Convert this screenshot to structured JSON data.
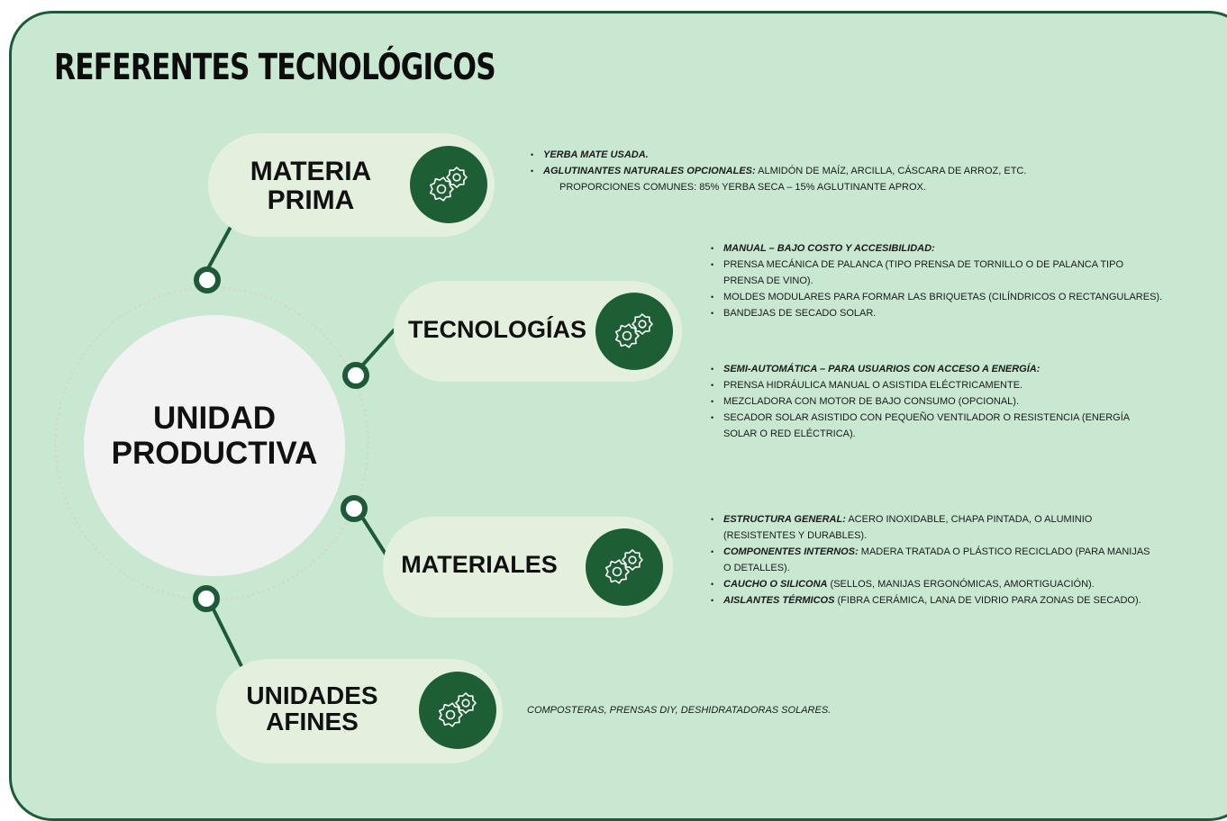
{
  "title": "REFERENTES TECNOLÓGICOS",
  "hub": {
    "line1": "UNIDAD",
    "line2": "PRODUCTIVA"
  },
  "colors": {
    "panel_bg": "#c9e8d2",
    "accent_green": "#1d5e35",
    "pill_bg": "#e4f0de",
    "border": "#1d5a3a"
  },
  "icon": "gears-icon",
  "sections": {
    "materia_prima": {
      "label_line1": "MATERIA",
      "label_line2": "PRIMA",
      "bullets": [
        {
          "bold": "YERBA MATE USADA.",
          "text": ""
        },
        {
          "bold": "AGLUTINANTES NATURALES OPCIONALES:",
          "text": " ALMIDÓN DE MAÍZ, ARCILLA, CÁSCARA DE ARROZ, ETC."
        }
      ],
      "note": "PROPORCIONES COMUNES: 85% YERBA SECA – 15% AGLUTINANTE APROX."
    },
    "tecnologias": {
      "label": "TECNOLOGÍAS",
      "manual_heading": "MANUAL – BAJO COSTO Y ACCESIBILIDAD:",
      "manual_items": [
        "PRENSA MECÁNICA DE PALANCA (TIPO PRENSA DE TORNILLO O DE PALANCA TIPO",
        "PRENSA DE VINO).",
        "MOLDES MODULARES PARA FORMAR LAS BRIQUETAS (CILÍNDRICOS O RECTANGULARES).",
        "BANDEJAS DE SECADO SOLAR."
      ],
      "semi_heading": "SEMI-AUTOMÁTICA – PARA USUARIOS CON ACCESO A ENERGÍA:",
      "semi_items": [
        "PRENSA HIDRÁULICA MANUAL O ASISTIDA ELÉCTRICAMENTE.",
        "MEZCLADORA CON MOTOR DE BAJO CONSUMO (OPCIONAL).",
        "SECADOR SOLAR ASISTIDO CON PEQUEÑO VENTILADOR O RESISTENCIA (ENERGÍA",
        "SOLAR O RED ELÉCTRICA)."
      ]
    },
    "materiales": {
      "label": "MATERIALES",
      "items": [
        {
          "bold": "ESTRUCTURA GENERAL:",
          "text": "  ACERO INOXIDABLE, CHAPA PINTADA, O ALUMINIO"
        },
        {
          "bold": "",
          "text": "(RESISTENTES Y DURABLES)."
        },
        {
          "bold": "COMPONENTES INTERNOS:",
          "text": " MADERA TRATADA O PLÁSTICO RECICLADO (PARA MANIJAS"
        },
        {
          "bold": "",
          "text": "O DETALLES)."
        },
        {
          "bold": "CAUCHO O SILICONA",
          "text": " (SELLOS, MANIJAS ERGONÓMICAS, AMORTIGUACIÓN)."
        },
        {
          "bold": "AISLANTES TÉRMICOS",
          "text": " (FIBRA CERÁMICA, LANA DE VIDRIO PARA ZONAS DE SECADO)."
        }
      ]
    },
    "unidades_afines": {
      "label_line1": "UNIDADES",
      "label_line2": "AFINES",
      "text": "COMPOSTERAS, PRENSAS DIY, DESHIDRATADORAS SOLARES."
    }
  }
}
